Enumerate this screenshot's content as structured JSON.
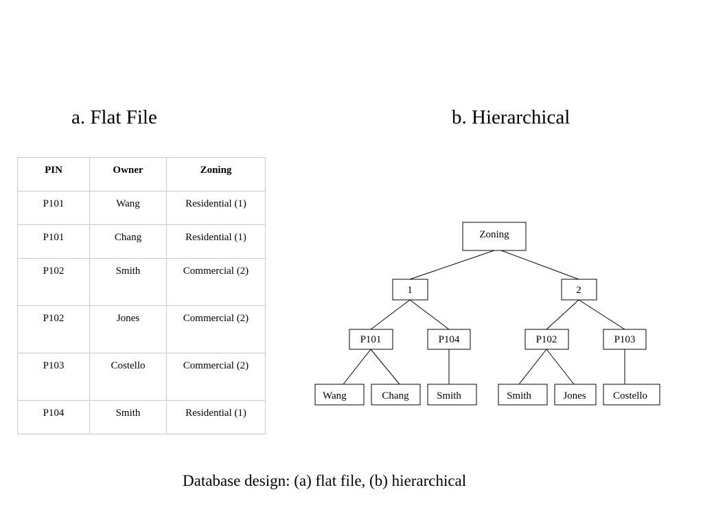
{
  "headings": {
    "flat": "a. Flat File",
    "hierarchical": "b. Hierarchical"
  },
  "flat_table": {
    "headers": [
      "PIN",
      "Owner",
      "Zoning"
    ],
    "rows": [
      [
        "P101",
        "Wang",
        "Residential (1)"
      ],
      [
        "P101",
        "Chang",
        "Residential (1)"
      ],
      [
        "P102",
        "Smith",
        "Commercial (2)"
      ],
      [
        "P102",
        "Jones",
        "Commercial (2)"
      ],
      [
        "P103",
        "Costello",
        "Commercial (2)"
      ],
      [
        "P104",
        "Smith",
        "Residential (1)"
      ]
    ]
  },
  "tree": {
    "root": "Zoning",
    "zones": [
      "1",
      "2"
    ],
    "parcels": [
      "P101",
      "P104",
      "P102",
      "P103"
    ],
    "owners": [
      "Wang",
      "Chang",
      "Smith",
      "Smith",
      "Jones",
      "Costello"
    ]
  },
  "caption": "Database design: (a) flat file, (b) hierarchical"
}
